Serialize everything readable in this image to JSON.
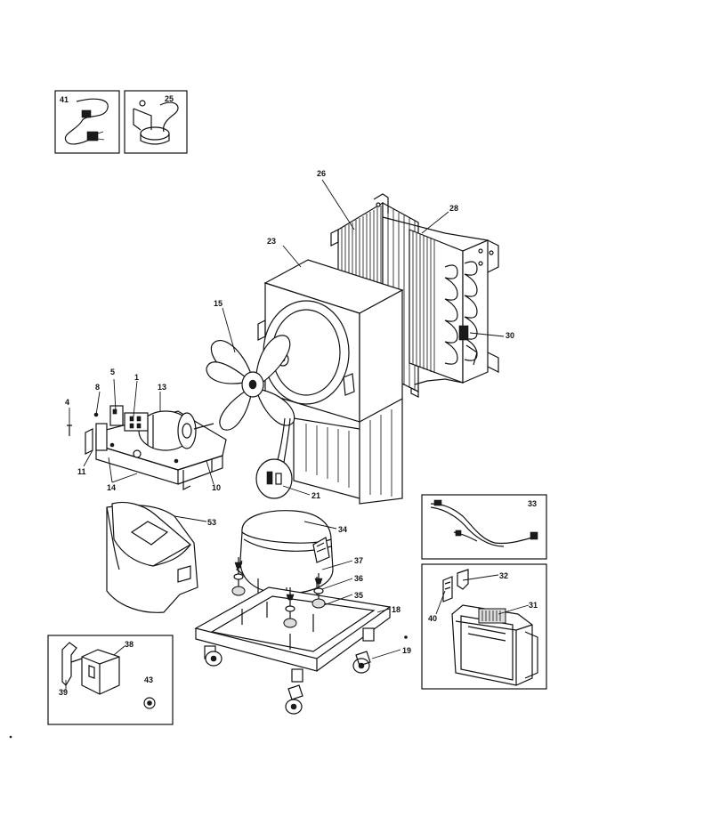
{
  "callouts": {
    "c41": "41",
    "c25": "25",
    "c26": "26",
    "c28": "28",
    "c23": "23",
    "c30": "30",
    "c15": "15",
    "c5": "5",
    "c1": "1",
    "c13": "13",
    "c8": "8",
    "c4": "4",
    "c11": "11",
    "c14": "14",
    "c10": "10",
    "c21": "21",
    "c53": "53",
    "c34": "34",
    "c37": "37",
    "c36": "36",
    "c35": "35",
    "c18": "18",
    "c19": "19",
    "c33": "33",
    "c32": "32",
    "c40": "40",
    "c31": "31",
    "c38": "38",
    "c39": "39",
    "c43": "43"
  },
  "colors": {
    "line": "#111111",
    "background": "#ffffff"
  }
}
